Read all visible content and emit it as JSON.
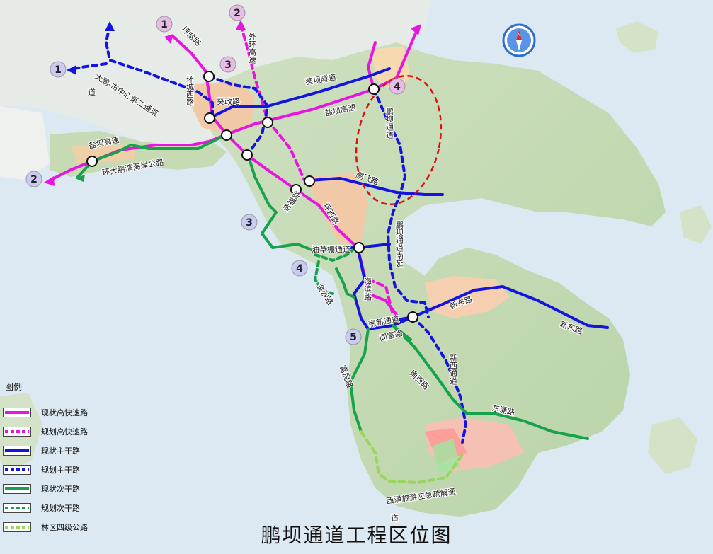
{
  "title": "鹏坝通道工程区位图",
  "legend": {
    "title": "图例",
    "items": [
      {
        "label": "现状高快速路",
        "color": "#e815e0",
        "style": "solid"
      },
      {
        "label": "规划高快速路",
        "color": "#e815e0",
        "style": "dashed"
      },
      {
        "label": "现状主干路",
        "color": "#1414e0",
        "style": "solid"
      },
      {
        "label": "规划主干路",
        "color": "#1414e0",
        "style": "dashed"
      },
      {
        "label": "现状次干路",
        "color": "#17a24b",
        "style": "solid"
      },
      {
        "label": "规划次干路",
        "color": "#17a24b",
        "style": "dashed"
      },
      {
        "label": "林区四级公路",
        "color": "#9ad65c",
        "style": "dashed"
      }
    ]
  },
  "road_labels": {
    "pingyan": "坪盐路",
    "waihuan": "外环高速",
    "dapeng_second": "大鹏-市中心第二通道",
    "dao": "道",
    "huancheng_west": "环城西路",
    "kuizheng": "葵政路",
    "kuiba_tunnel": "葵坝隧道",
    "yanba_expressway": "盐坝高速",
    "yanba_expressway_w": "盐坝高速",
    "huan_dapeng_bay": "环大鹏湾海岸公路",
    "pengba": "鹏坝通道",
    "pengfei": "鹏飞路",
    "diefu": "迭福路",
    "pingxi": "坪西路",
    "pengba_south": "鹏坝通道南延",
    "youcaopeng": "油草棚通道",
    "jinsha": "金沙路",
    "haibin": "海滨路",
    "nanxin": "南新通道",
    "tongfu": "同富路",
    "xindong": "新东路",
    "xindong_e": "新东路",
    "fumin": "富民路",
    "nanxi": "南西路",
    "xinxi": "新西通道",
    "dongyong": "东涌路",
    "xiyong_tourism": "西涌旅游应急疏解通",
    "xiyong_dao": "道"
  },
  "markers": {
    "m1_pink": "1",
    "m2_pink": "2",
    "m3_pink": "3",
    "m4_pink": "4",
    "m1_blue": "1",
    "m2_blue": "2",
    "m3_blue": "3",
    "m4_blue": "4",
    "m5_blue": "5"
  },
  "colors": {
    "expressway": "#e815e0",
    "trunk": "#1414e0",
    "secondary": "#17a24b",
    "forest": "#9ad65c",
    "highlight": "#e01010",
    "water": "#dce9f2",
    "marker_blue": "#c9cbf2",
    "marker_pink": "#e7bce6"
  },
  "compass": "compass-icon"
}
